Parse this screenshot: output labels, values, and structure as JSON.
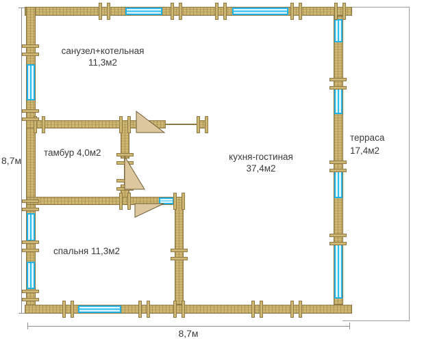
{
  "rooms": {
    "sanuzel": {
      "name": "санузел+котельная",
      "area": "11,3м2"
    },
    "tambur": {
      "label": "тамбур 4,0м2"
    },
    "kitchen": {
      "name": "кухня-гостиная",
      "area": "37,4м2"
    },
    "bedroom": {
      "label": "спальня 11,3м2"
    },
    "terrace": {
      "name": "терраса",
      "area": "17,4м2"
    }
  },
  "dimensions": {
    "left": "8,7м",
    "bottom": "8,7м"
  },
  "colors": {
    "wall": "#cdb572",
    "wall_border": "#8d7743",
    "window_fill": "#dff6fe",
    "window_accent": "#29bdf0",
    "door_fill": "#dcc79e",
    "text": "#3a3a3a"
  }
}
